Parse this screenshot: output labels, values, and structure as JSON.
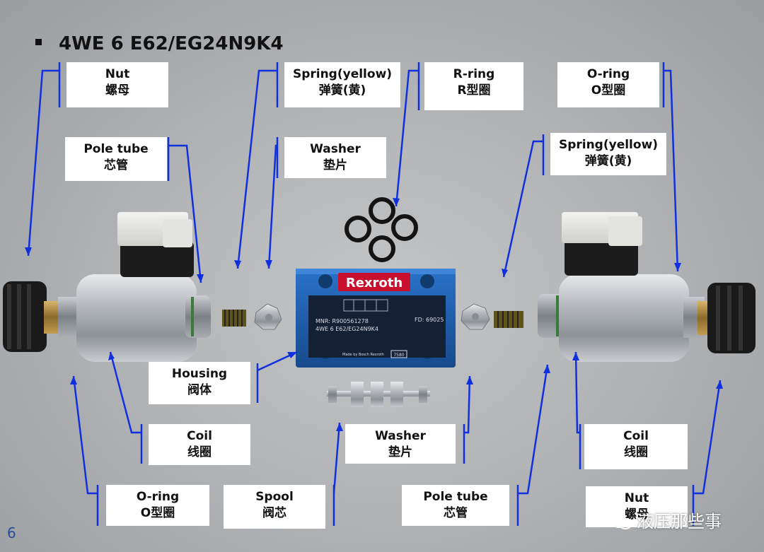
{
  "title": "4WE 6 E62/EG24N9K4",
  "page_number": "6",
  "watermark": "液压那些事",
  "valve_text": {
    "brand": "Rexroth",
    "mnr": "MNR: R900561278",
    "fd": "FD: 69025",
    "model": "4WE 6 E62/EG24N9K4",
    "made_by": "Made by Bosch Rexroth",
    "code": "7580"
  },
  "labels": {
    "nut_left": {
      "en": "Nut",
      "zh": "螺母"
    },
    "spring_left": {
      "en": "Spring(yellow)",
      "zh": "弹簧(黄)"
    },
    "r_ring": {
      "en": "R-ring",
      "zh": "R型圈"
    },
    "o_ring_top": {
      "en": "O-ring",
      "zh": "O型圈"
    },
    "pole_tube_left": {
      "en": "Pole tube",
      "zh": "芯管"
    },
    "washer_top": {
      "en": "Washer",
      "zh": "垫片"
    },
    "spring_right": {
      "en": "Spring(yellow)",
      "zh": "弹簧(黄)"
    },
    "housing": {
      "en": "Housing",
      "zh": "阀体"
    },
    "coil_left": {
      "en": "Coil",
      "zh": "线圈"
    },
    "washer_bottom": {
      "en": "Washer",
      "zh": "垫片"
    },
    "coil_right": {
      "en": "Coil",
      "zh": "线圈"
    },
    "o_ring_bottom": {
      "en": "O-ring",
      "zh": "O型圈"
    },
    "spool": {
      "en": "Spool",
      "zh": "阀芯"
    },
    "pole_tube_right": {
      "en": "Pole tube",
      "zh": "芯管"
    },
    "nut_right": {
      "en": "Nut",
      "zh": "螺母"
    }
  },
  "colors": {
    "leader": "#1030e0",
    "valve_body": "#1f5fb0",
    "brand_red": "#c8102e",
    "knob": "#1a1a1a"
  }
}
